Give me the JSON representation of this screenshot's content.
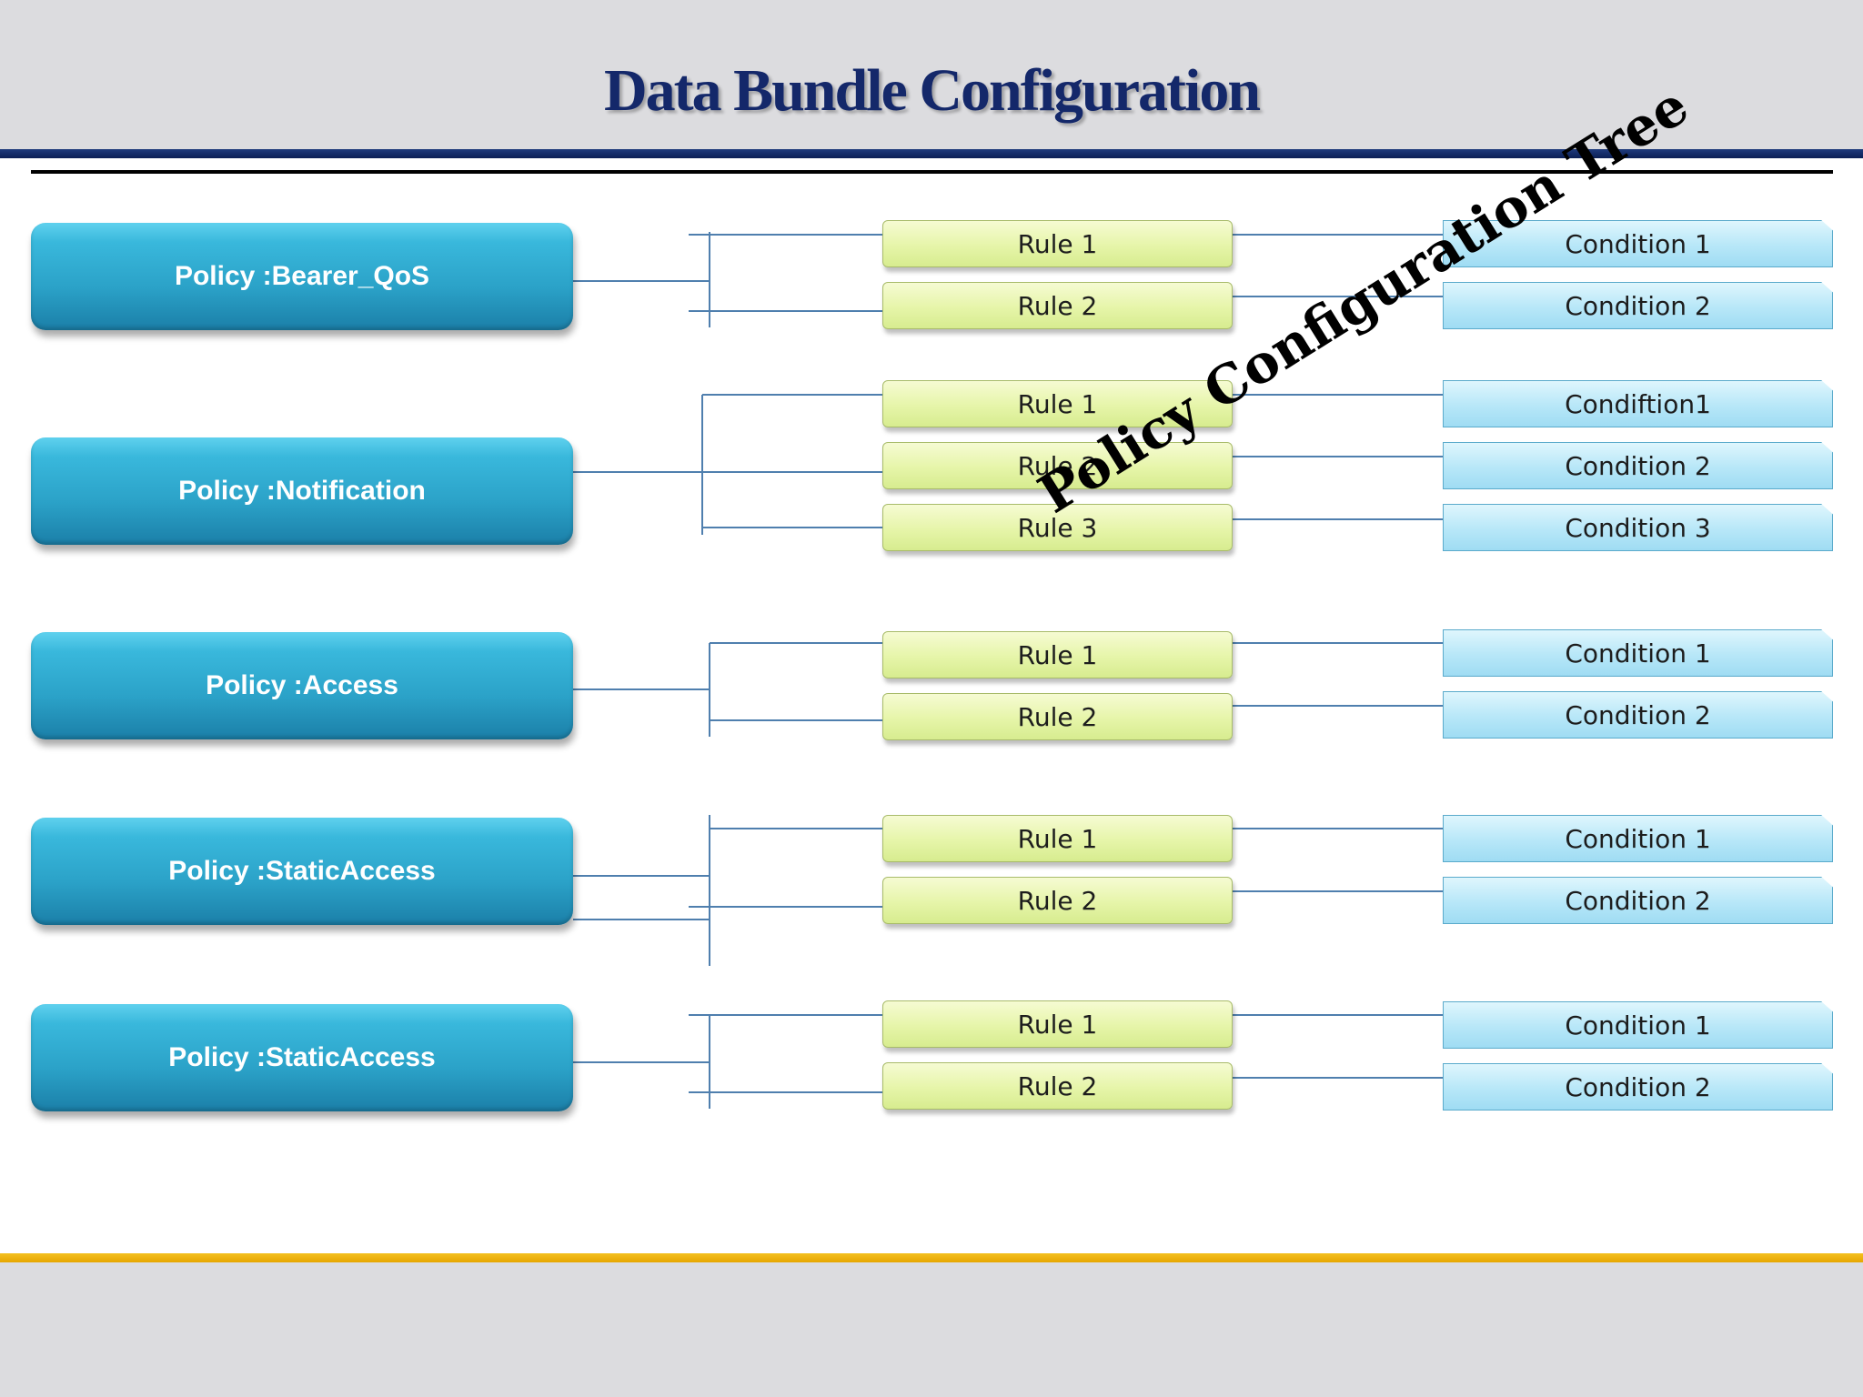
{
  "title": "Data Bundle Configuration",
  "watermark": "Policy Configuration Tree",
  "colors": {
    "title": "#14286a",
    "header_line": "#0b1f55",
    "footer_line": "#f4c021",
    "policy_box": "#2ba2c8",
    "rule_box": "#e6f5a9",
    "condition_box": "#b7e7f8",
    "connector": "#4f7fae"
  },
  "policies": [
    {
      "label": "Policy :Bearer_QoS",
      "rules": [
        "Rule 1",
        "Rule 2"
      ],
      "conditions": [
        "Condition 1",
        "Condition 2"
      ]
    },
    {
      "label": "Policy :Notification",
      "rules": [
        "Rule 1",
        "Rule 2",
        "Rule 3"
      ],
      "conditions": [
        "Condiftion1",
        "Condition 2",
        "Condition 3"
      ]
    },
    {
      "label": "Policy :Access",
      "rules": [
        "Rule 1",
        "Rule 2"
      ],
      "conditions": [
        "Condition 1",
        "Condition 2"
      ]
    },
    {
      "label": "Policy :StaticAccess",
      "rules": [
        "Rule 1",
        "Rule 2"
      ],
      "conditions": [
        "Condition 1",
        "Condition 2"
      ]
    },
    {
      "label": "Policy :StaticAccess",
      "rules": [
        "Rule 1",
        "Rule 2"
      ],
      "conditions": [
        "Condition 1",
        "Condition 2"
      ]
    }
  ]
}
